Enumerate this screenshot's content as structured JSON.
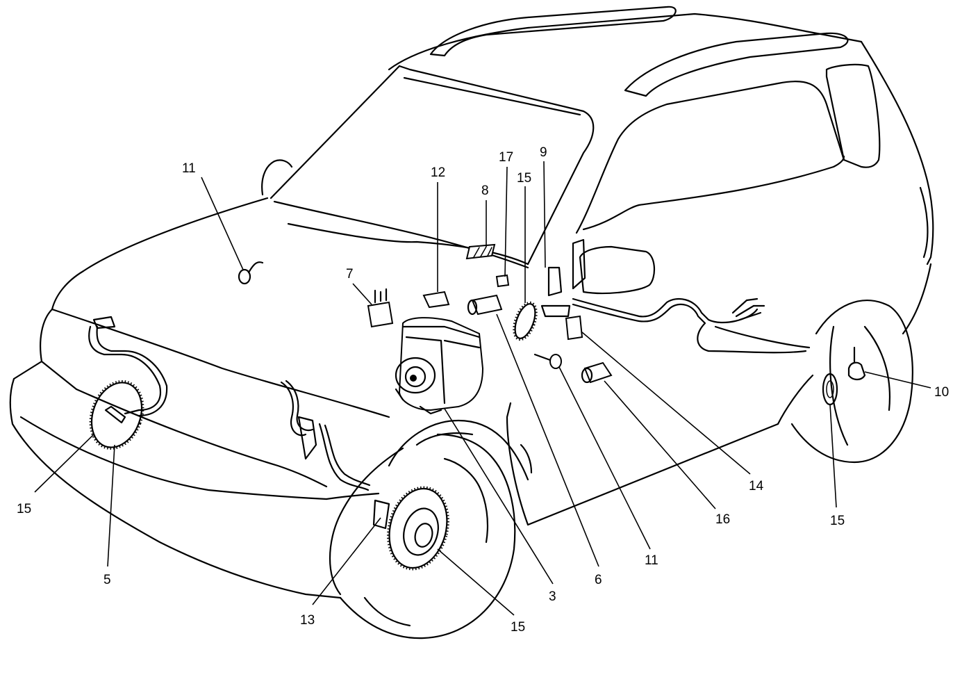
{
  "callouts": [
    {
      "id": "11",
      "label": "11"
    },
    {
      "id": "12",
      "label": "12"
    },
    {
      "id": "17",
      "label": "17"
    },
    {
      "id": "9",
      "label": "9"
    },
    {
      "id": "8",
      "label": "8"
    },
    {
      "id": "15",
      "label": "15"
    },
    {
      "id": "7",
      "label": "7"
    },
    {
      "id": "10",
      "label": "10"
    },
    {
      "id": "15",
      "label": "15"
    },
    {
      "id": "5",
      "label": "5"
    },
    {
      "id": "13",
      "label": "13"
    },
    {
      "id": "15",
      "label": "15"
    },
    {
      "id": "3",
      "label": "3"
    },
    {
      "id": "6",
      "label": "6"
    },
    {
      "id": "11",
      "label": "11"
    },
    {
      "id": "16",
      "label": "16"
    },
    {
      "id": "14",
      "label": "14"
    },
    {
      "id": "15",
      "label": "15"
    }
  ]
}
